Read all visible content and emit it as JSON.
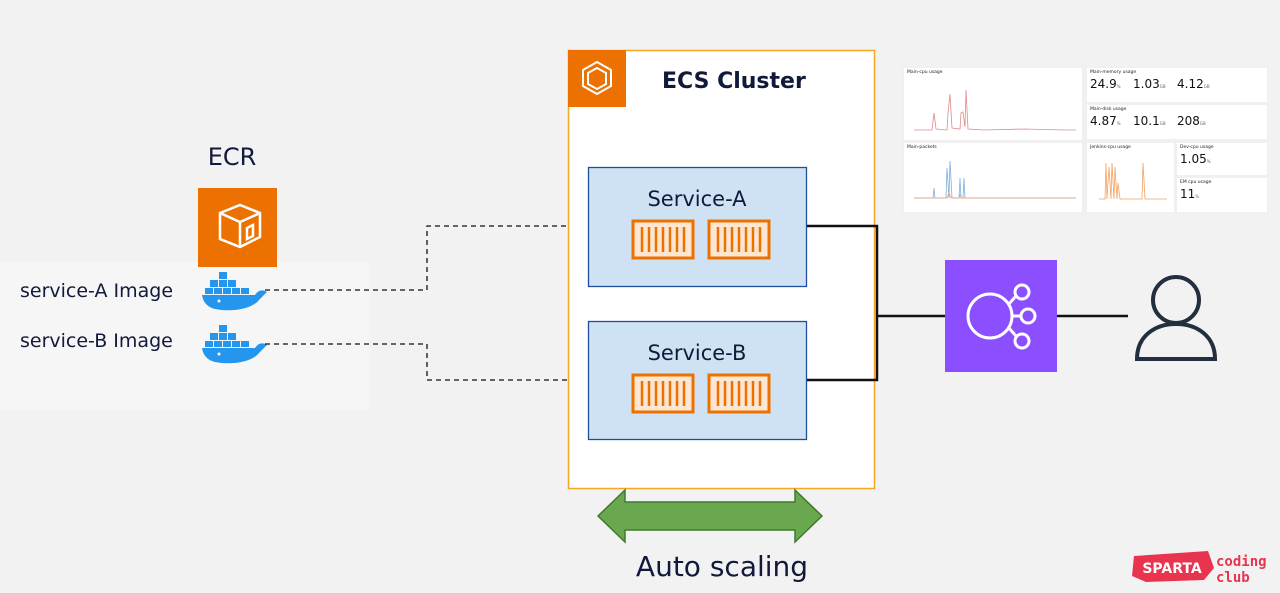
{
  "ecr": {
    "title": "ECR",
    "images": [
      "service-A Image",
      "service-B Image"
    ]
  },
  "cluster": {
    "title": "ECS Cluster",
    "services": [
      "Service-A",
      "Service-B"
    ]
  },
  "scaling": {
    "label": "Auto scaling"
  },
  "dashboard": {
    "cpu": {
      "title": "Main-cpu usage"
    },
    "memory": {
      "title": "Main-memory usage",
      "values": [
        "24.9",
        "1.03",
        "4.12"
      ],
      "units": [
        "%",
        "GB",
        "GB"
      ]
    },
    "disk": {
      "title": "Main-disk usage",
      "values": [
        "4.87",
        "10.1",
        "208"
      ],
      "units": [
        "%",
        "GB",
        "GB"
      ]
    },
    "packets": {
      "title": "Main-packets"
    },
    "jenkins": {
      "title": "Jenkins-cpu usage"
    },
    "dev": {
      "title": "Dev-cpu usage",
      "value": "1.05",
      "unit": "%"
    },
    "em": {
      "title": "EM cpu usage",
      "value": "11",
      "unit": "%"
    }
  },
  "logo": {
    "brand": "SPARTA",
    "text1": "coding",
    "text2": "club"
  },
  "colors": {
    "orange": "#ed7100",
    "purple": "#8c4fff",
    "service_fill": "#cfe2f3",
    "service_border": "#1f4e9c",
    "arrow": "#5ea33a",
    "docker": "#2496ed"
  }
}
